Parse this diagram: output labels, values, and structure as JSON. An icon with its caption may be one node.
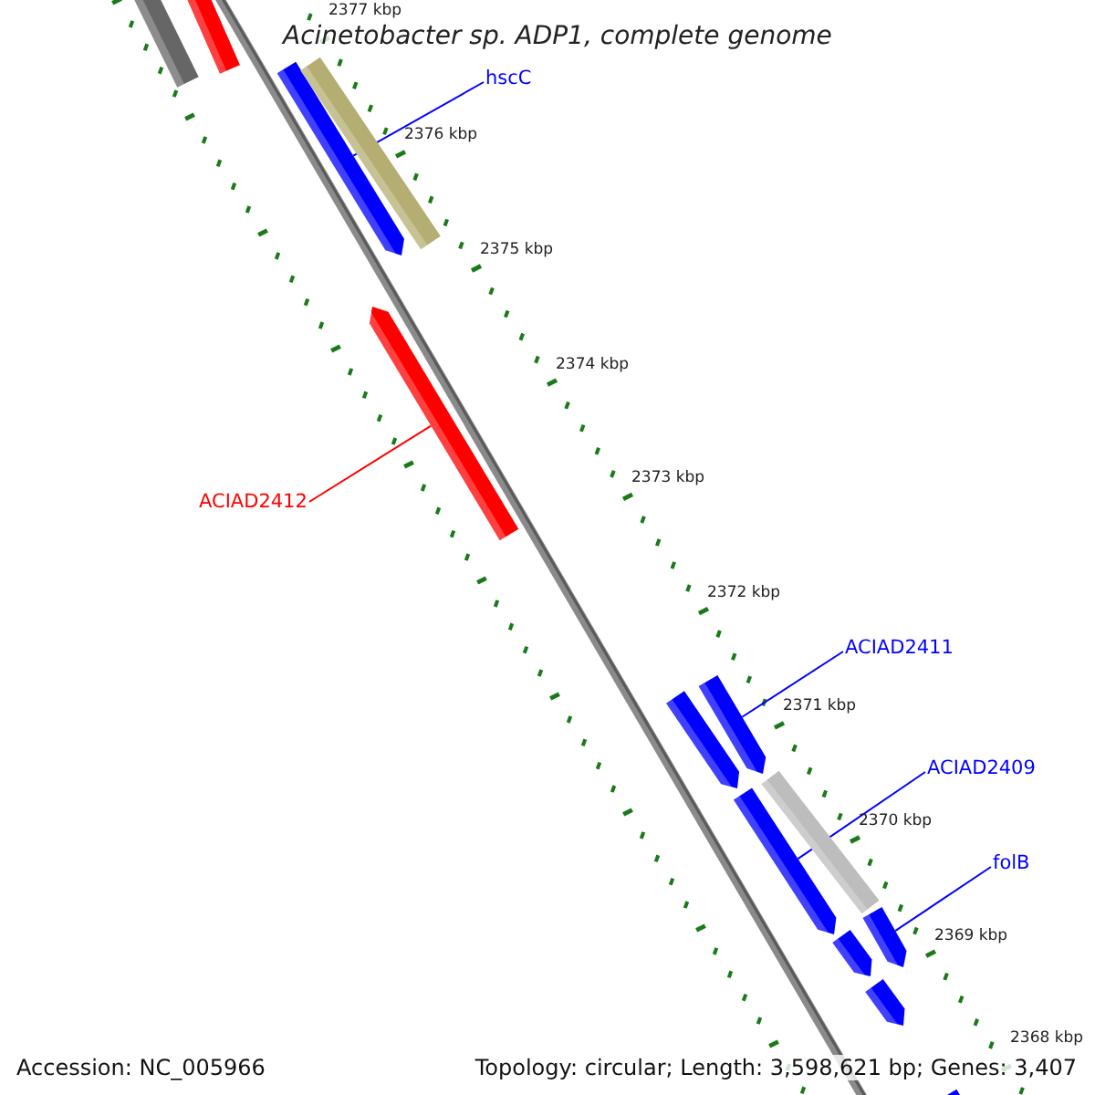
{
  "diagram": {
    "title": "Acinetobacter sp. ADP1, complete genome",
    "nodes": [
      {
        "text": [],
        "shape": "bar"
      },
      {
        "text": [],
        "shape": "bar"
      },
      {
        "text": [
          "hscC"
        ]
      },
      {
        "text": [],
        "shape": "bar"
      },
      {
        "text": [],
        "shape": "bar"
      },
      {
        "text": [],
        "shape": "bar"
      },
      {
        "text": [
          "ACIAD2412"
        ]
      },
      {
        "text": [
          "ACIAD2411"
        ]
      },
      {
        "text": [],
        "shape": "bar"
      },
      {
        "text": [],
        "shape": "bar"
      },
      {
        "text": [
          "ACIAD2409"
        ]
      },
      {
        "text": [],
        "shape": "bar"
      },
      {
        "text": [],
        "shape": "bar"
      },
      {
        "text": [
          "folB"
        ]
      },
      {
        "text": [],
        "shape": "bar"
      },
      {
        "text": [],
        "shape": "bar"
      },
      {
        "text": [],
        "shape": "bar"
      },
      {
        "text": [],
        "shape": "bar"
      }
    ],
    "edges": [
      {
        "from": 2,
        "to": 3,
        "arrow": "none"
      },
      {
        "from": 6,
        "to": 5,
        "arrow": "none",
        "color": "#ff0000"
      },
      {
        "from": 7,
        "to": 8,
        "arrow": "none"
      },
      {
        "from": 10,
        "to": 12,
        "arrow": "none"
      },
      {
        "from": 13,
        "to": 14,
        "arrow": "none"
      }
    ],
    "labels": [
      "2377 kbp",
      "2376 kbp",
      "2375 kbp",
      "2374 kbp",
      "2373 kbp",
      "2372 kbp",
      "2371 kbp",
      "2370 kbp",
      "2369 kbp",
      "2368 kbp",
      "Accession: NC_005966",
      "Topology: circular; Length: 3,598,621 bp; Genes: 3,407"
    ]
  }
}
